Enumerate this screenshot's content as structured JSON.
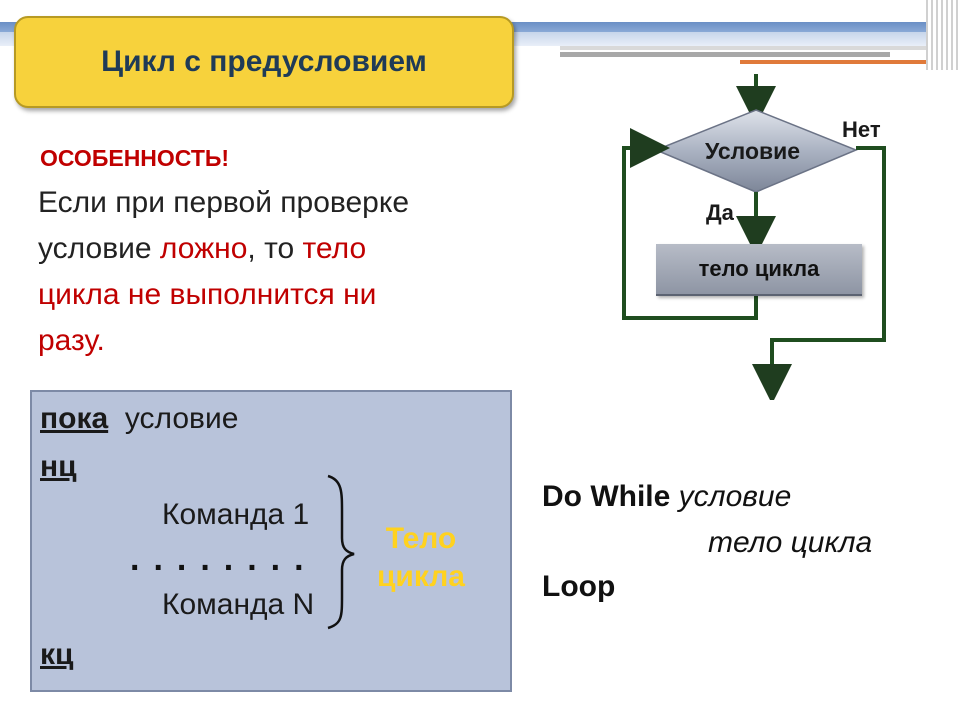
{
  "title": "Цикл с предусловием",
  "feature": {
    "heading": "ОСОБЕННОСТЬ!",
    "line1": "Если при первой проверке",
    "line2_a": "условие ",
    "line2_b": "ложно",
    "line2_c": ", то ",
    "line2_d": "тело",
    "line3": "цикла не выполнится ни",
    "line4": "разу."
  },
  "pseudocode": {
    "while_kw": "пока",
    "while_cond": "условие",
    "begin": "нц",
    "cmd1": "Команда 1",
    "dots": "........",
    "cmdN": "Команда N",
    "end": "кц",
    "body_label_1": "Тело",
    "body_label_2": "цикла"
  },
  "flowchart": {
    "condition": "Условие",
    "no": "Нет",
    "yes": "Да",
    "body": "тело цикла"
  },
  "vb": {
    "do_while": "Do While",
    "condition": "условие",
    "body": "тело цикла",
    "loop": "Loop"
  }
}
